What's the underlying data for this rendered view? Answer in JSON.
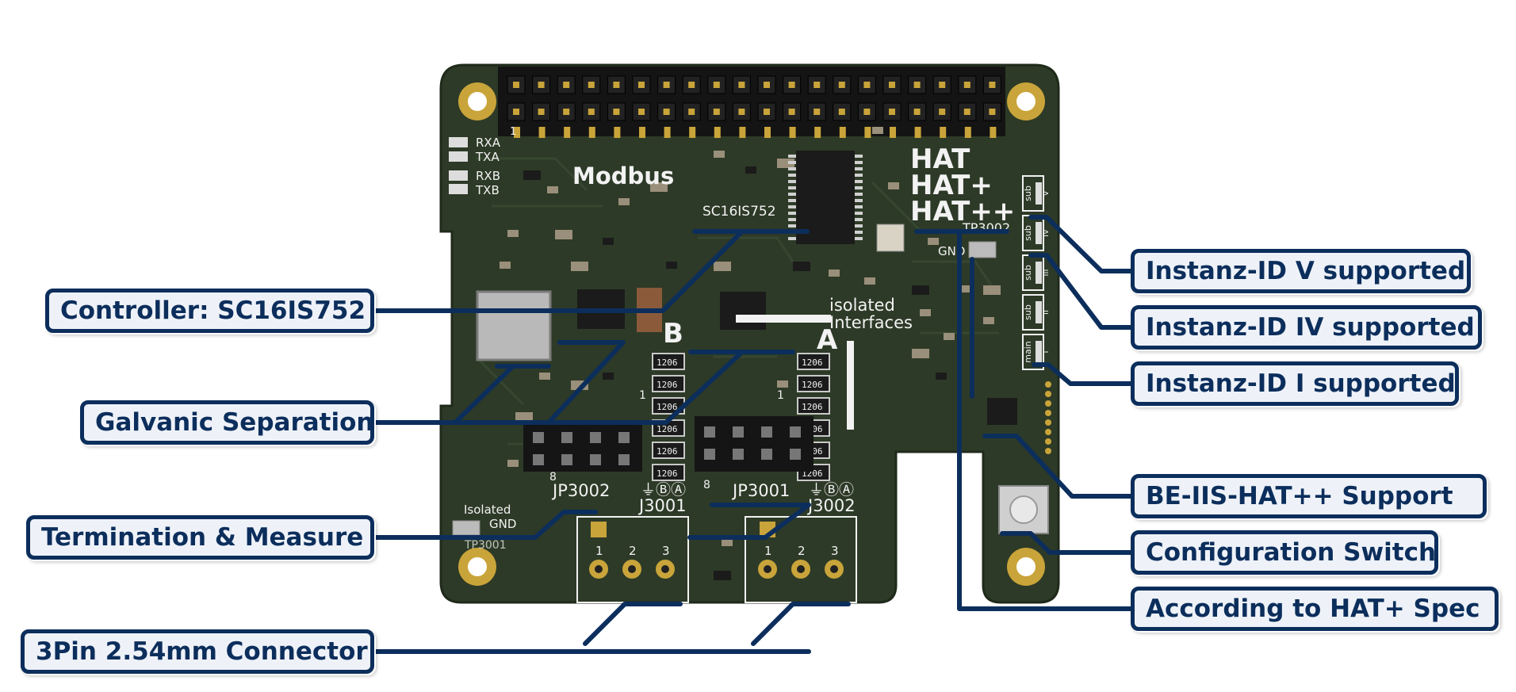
{
  "callouts": {
    "controller": "Controller: SC16IS752",
    "galvanic": "Galvanic Separation",
    "termination": "Termination & Measure",
    "connector": "3Pin 2.54mm Connector",
    "instanz_v": "Instanz-ID V supported",
    "instanz_iv": "Instanz-ID IV supported",
    "instanz_i": "Instanz-ID I supported",
    "be_iis": "BE-IIS-HAT++ Support",
    "config_switch": "Configuration Switch",
    "hat_spec": "According to HAT+ Spec"
  },
  "board": {
    "modbus": "Modbus",
    "chip_label": "SC16IS752",
    "hat_lines": [
      "HAT",
      "HAT+",
      "HAT++"
    ],
    "tp3002": "TP3002",
    "gnd": "GND",
    "isolated_interfaces": [
      "isolated",
      "Interfaces"
    ],
    "label_b": "B",
    "label_a": "A",
    "leds": [
      "RXA",
      "TXA",
      "RXB",
      "TXB"
    ],
    "pin1_header": "1",
    "pin1_jp_left": "1",
    "pin1_jp_right": "1",
    "jp_left_8": "8",
    "jp_right_8": "8",
    "jp3002": "JP3002",
    "jp3001": "JP3001",
    "j3001": "J3001",
    "j3002": "J3002",
    "symbols": "⏚ⒷⒶ",
    "isolated_gnd": [
      "Isolated",
      "GND"
    ],
    "tp3001": "TP3001",
    "resistor_code": "1206",
    "terminal_pins": [
      "1",
      "2",
      "3"
    ],
    "jumper_tags": [
      "sub",
      "sub",
      "sub",
      "sub",
      "main"
    ],
    "jumper_marks": [
      "V",
      "IV",
      "III",
      "II",
      "I"
    ]
  },
  "colors": {
    "pcb": "#2d3a27",
    "pcb_edge": "#1f2a1b",
    "silk": "#f2f2f2",
    "gold": "#c9a43a",
    "callout_border": "#0c2e5c",
    "callout_fill": "#eef2f8",
    "leader": "#0c2e5c"
  }
}
